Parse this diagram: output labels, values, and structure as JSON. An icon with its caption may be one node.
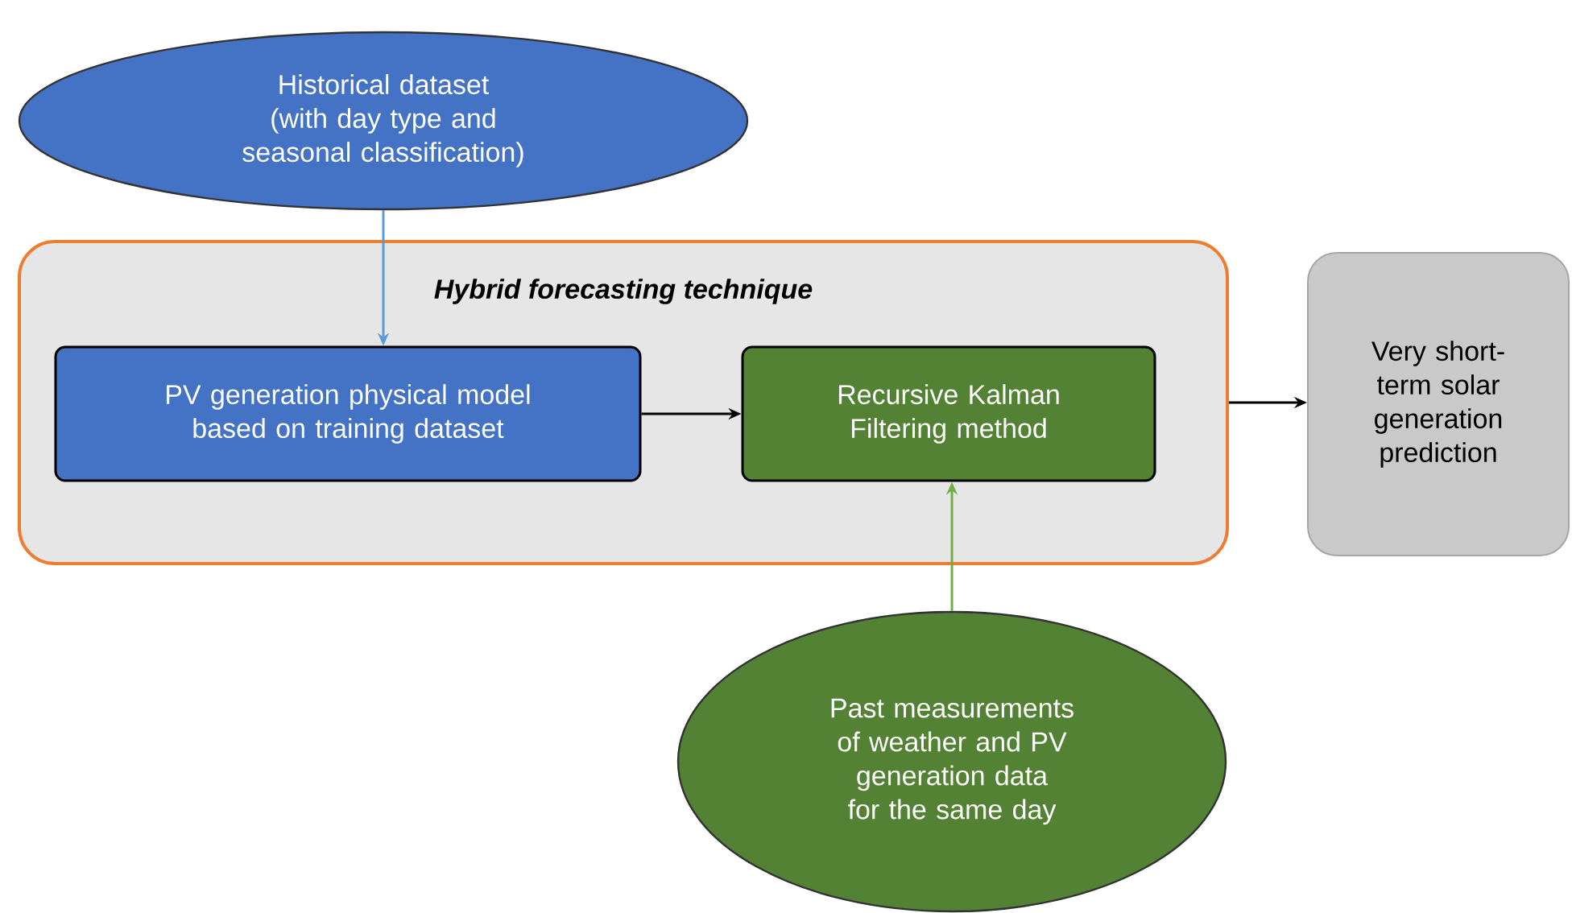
{
  "diagram": {
    "nodes": [
      {
        "text": [
          "Historical dataset (with day type and seasonal classification)"
        ]
      },
      {
        "text": [
          "Hybrid forecasting technique"
        ]
      },
      {
        "text": [
          "PV generation physical model based on training dataset"
        ],
        "in": 1
      },
      {
        "text": [
          "Recursive Kalman Filtering method"
        ],
        "in": 1
      },
      {
        "text": [
          "Very short-term solar generation prediction"
        ]
      },
      {
        "text": [
          "Past measurements of weather and PV generation data for the same day"
        ]
      }
    ],
    "edges": [
      {
        "from": 0,
        "to": 2,
        "arrow": "to",
        "color": "#5b9bd5"
      },
      {
        "from": 2,
        "to": 3,
        "arrow": "to"
      },
      {
        "from": 1,
        "to": 4,
        "arrow": "to"
      },
      {
        "from": 5,
        "to": 3,
        "arrow": "to",
        "color": "#70ad47"
      }
    ]
  }
}
